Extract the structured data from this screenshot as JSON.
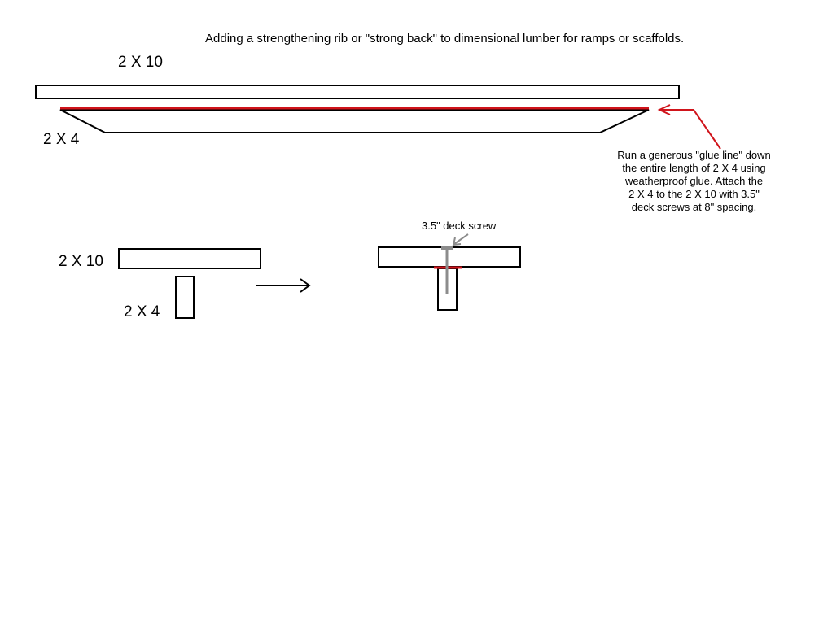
{
  "title": "Adding a strengthening rib or \"strong back\" to dimensional lumber for ramps or scaffolds.",
  "labels": {
    "top_2x10": "2 X 10",
    "top_2x4": "2 X 4",
    "section_2x10": "2 X 10",
    "section_2x4": "2 X 4"
  },
  "note": {
    "line1": "Run a generous \"glue line\" down",
    "line2": "the entire length of 2 X 4 using",
    "line3": "weatherproof glue.  Attach the",
    "line4": "2 X 4 to the 2 X 10 with 3.5\"",
    "line5": "deck screws at 8\" spacing."
  },
  "screw_label": "3.5\" deck screw",
  "colors": {
    "lumber_outline": "#000000",
    "glue_line": "#d0141b",
    "arrow_red": "#d0141b",
    "screw_gray": "#8c8c8c",
    "background": "#ffffff"
  }
}
